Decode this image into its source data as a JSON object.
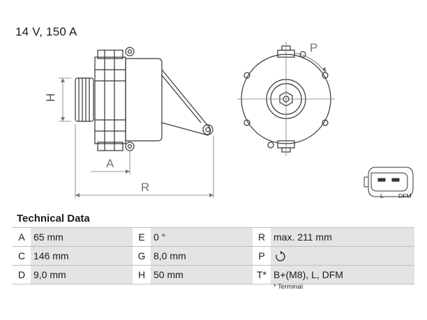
{
  "header": {
    "title": "14 V, 150 A"
  },
  "dimension_labels": {
    "h": "H",
    "a": "A",
    "r": "R",
    "p": "P"
  },
  "connector": {
    "left_label": "L",
    "right_label": "DFM"
  },
  "technical_data": {
    "heading": "Technical Data",
    "rows": [
      [
        {
          "key": "A",
          "value": "65 mm"
        },
        {
          "key": "E",
          "value": "0 °"
        },
        {
          "key": "R",
          "value": "max. 211 mm"
        }
      ],
      [
        {
          "key": "C",
          "value": "146 mm"
        },
        {
          "key": "G",
          "value": "8,0 mm"
        },
        {
          "key": "P",
          "value": ""
        }
      ],
      [
        {
          "key": "D",
          "value": "9,0 mm"
        },
        {
          "key": "H",
          "value": "50 mm"
        },
        {
          "key": "T*",
          "value": "B+(M8), L, DFM"
        }
      ]
    ],
    "footnote": "* Terminal"
  },
  "icons": {
    "rotation": "clockwise-rotation-icon"
  }
}
